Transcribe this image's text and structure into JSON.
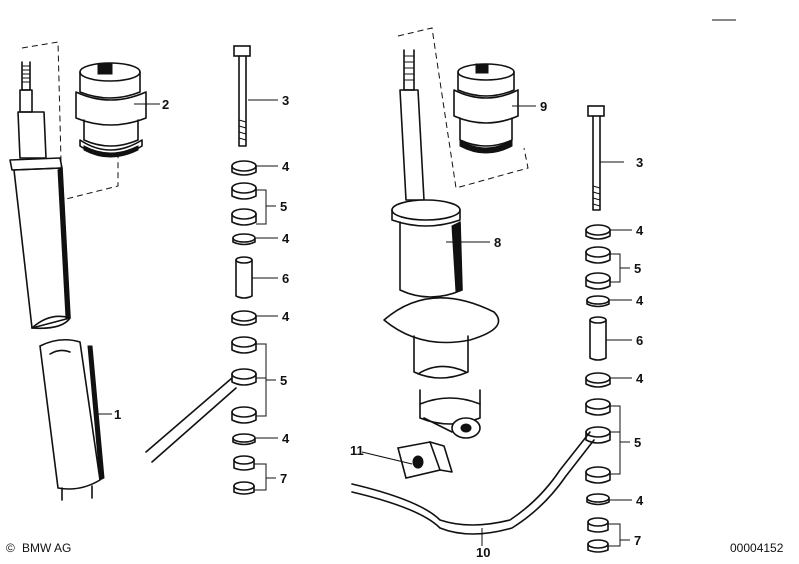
{
  "callouts": [
    {
      "id": "c1",
      "text": "1"
    },
    {
      "id": "c2",
      "text": "2"
    },
    {
      "id": "c3a",
      "text": "3"
    },
    {
      "id": "c4a",
      "text": "4"
    },
    {
      "id": "c5a",
      "text": "5"
    },
    {
      "id": "c4b",
      "text": "4"
    },
    {
      "id": "c6a",
      "text": "6"
    },
    {
      "id": "c4c",
      "text": "4"
    },
    {
      "id": "c5b",
      "text": "5"
    },
    {
      "id": "c4d",
      "text": "4"
    },
    {
      "id": "c7a",
      "text": "7"
    },
    {
      "id": "c9",
      "text": "9"
    },
    {
      "id": "c8",
      "text": "8"
    },
    {
      "id": "c3b",
      "text": "3"
    },
    {
      "id": "c4e",
      "text": "4"
    },
    {
      "id": "c5c",
      "text": "5"
    },
    {
      "id": "c4f",
      "text": "4"
    },
    {
      "id": "c6b",
      "text": "6"
    },
    {
      "id": "c4g",
      "text": "4"
    },
    {
      "id": "c5d",
      "text": "5"
    },
    {
      "id": "c4h",
      "text": "4"
    },
    {
      "id": "c7b",
      "text": "7"
    },
    {
      "id": "c11",
      "text": "11"
    },
    {
      "id": "c10",
      "text": "10"
    }
  ],
  "footer": {
    "brand": "BMW AG",
    "copyright_symbol": "©",
    "diagram_number": "00004152"
  }
}
